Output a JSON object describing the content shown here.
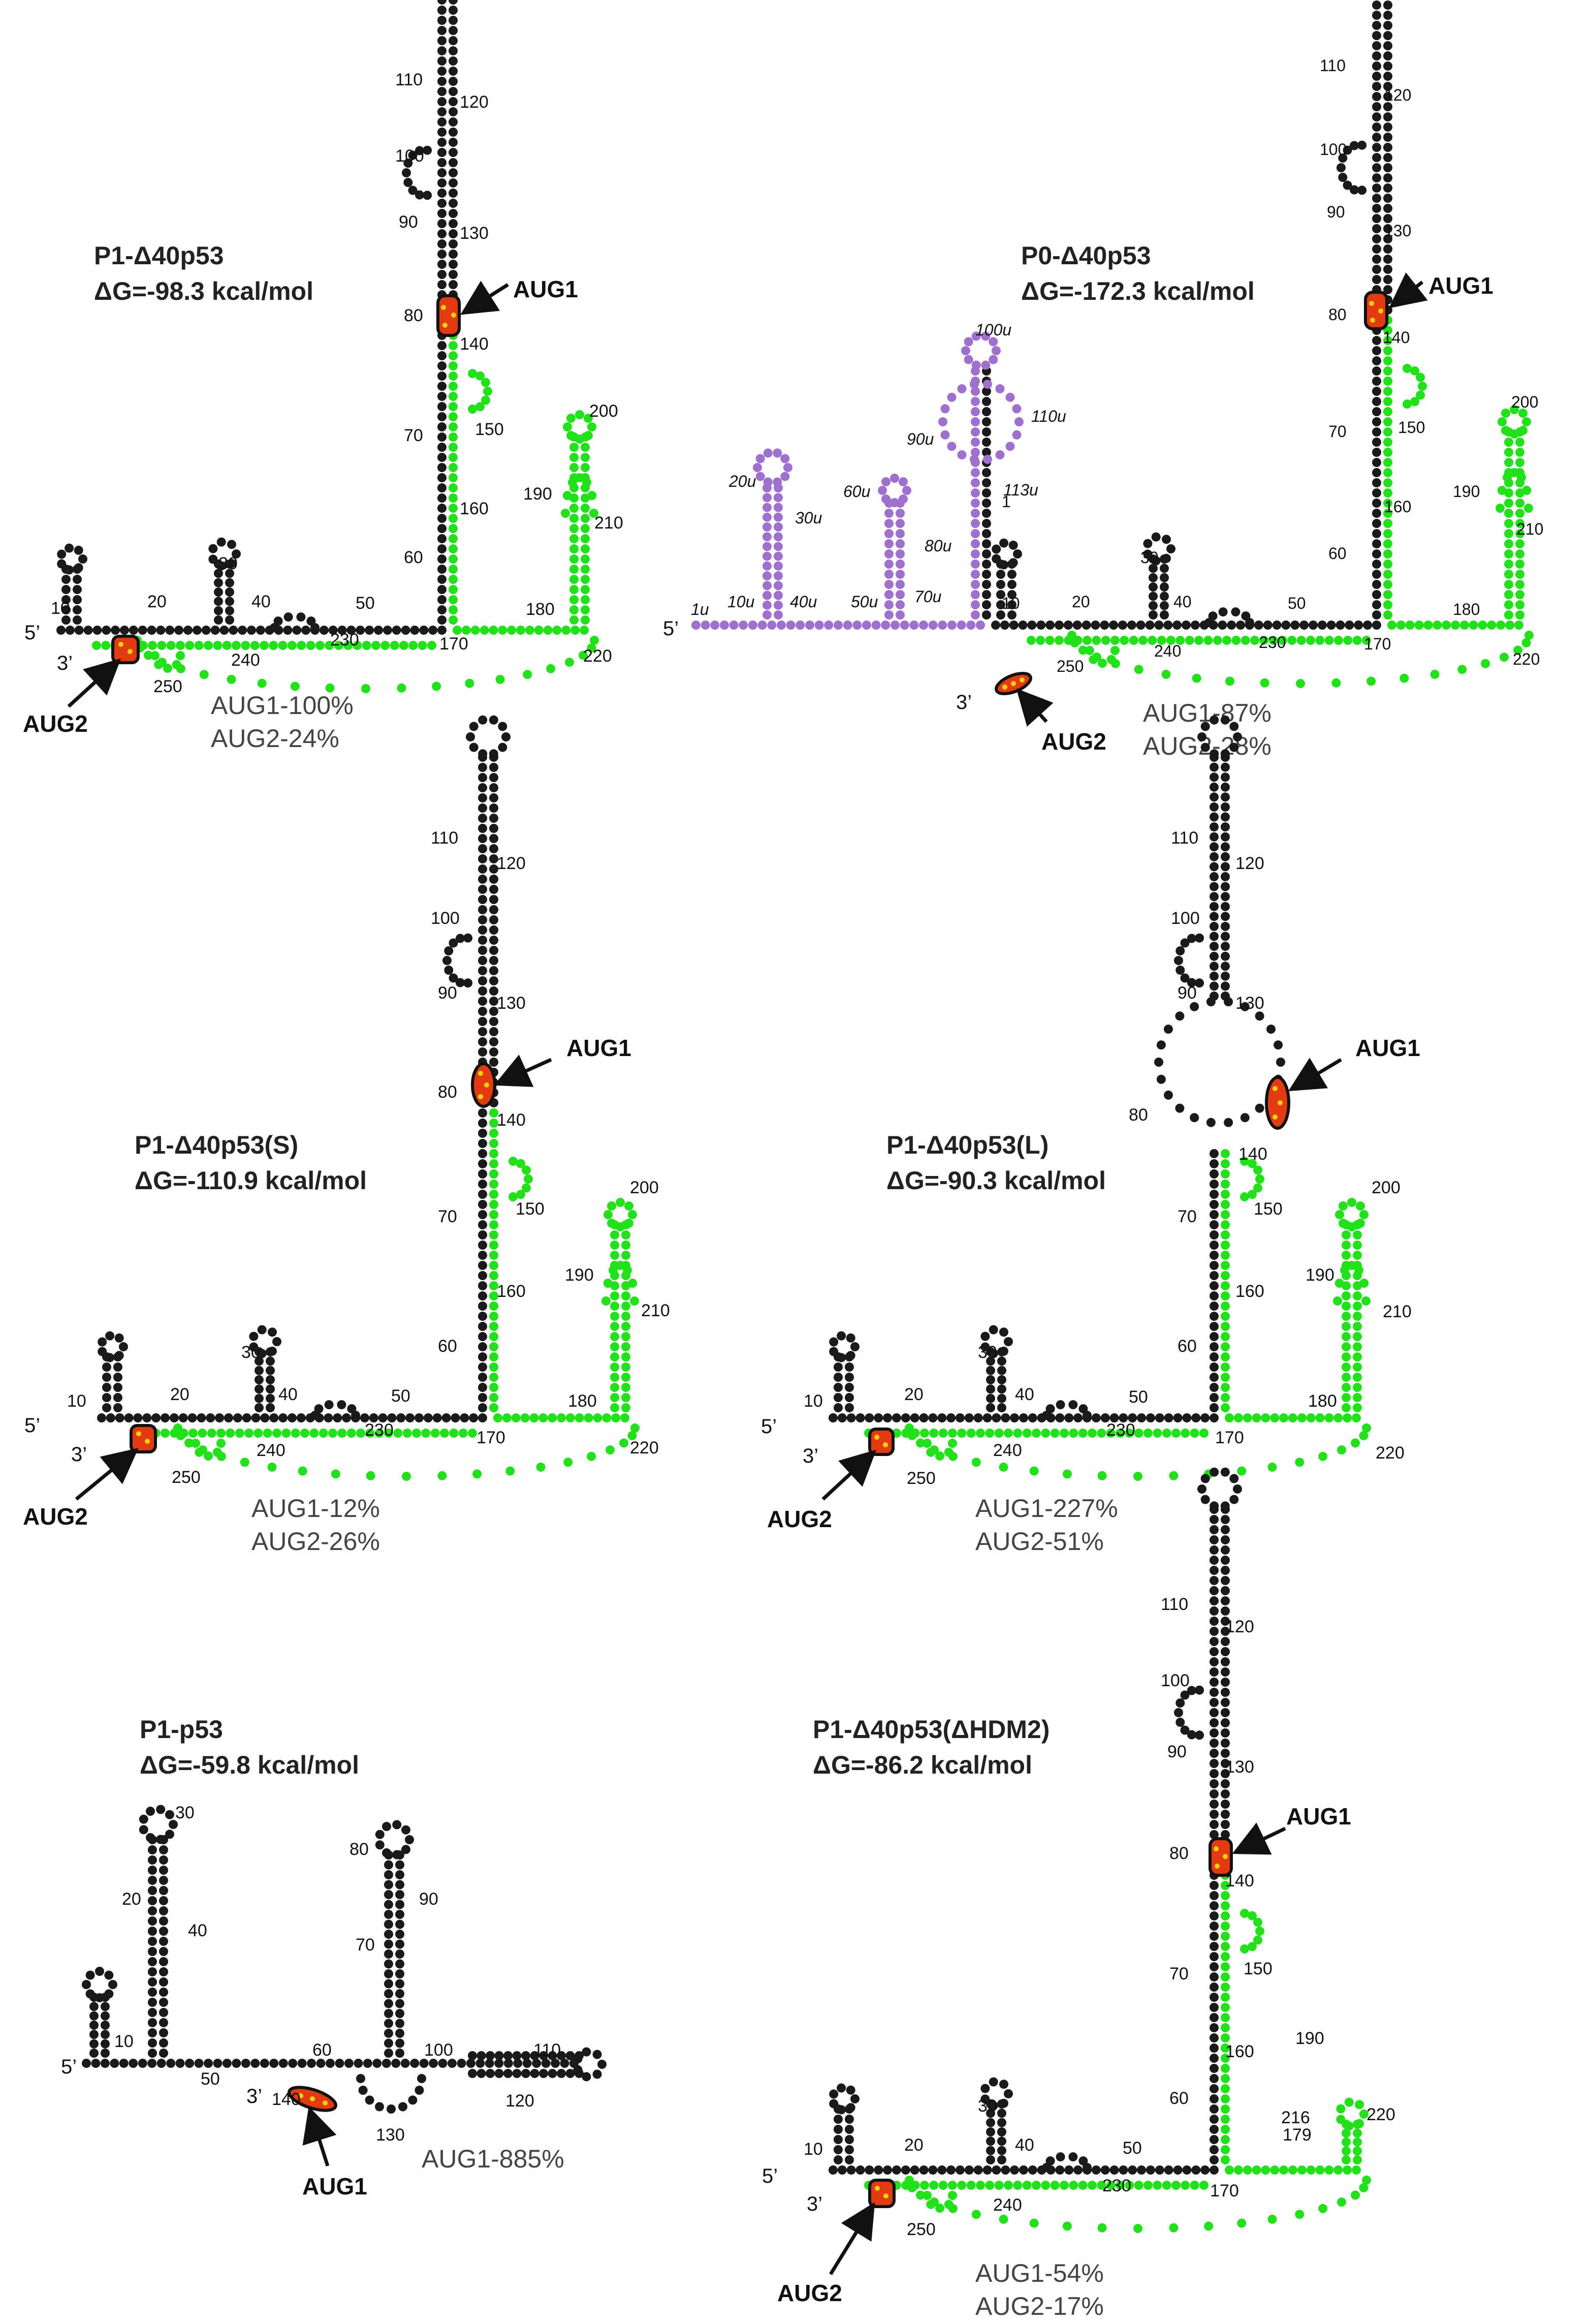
{
  "colors": {
    "native_nt": "#1a1a1a",
    "downstream_nt": "#22e01a",
    "upstream_nt": "#a070cf",
    "aug_fill": "#e23b12",
    "aug_outline": "#111111",
    "aug_dots": "#f2d10f"
  },
  "panels": [
    {
      "id": "p1",
      "name": "P1-Δ40p53",
      "dg": "ΔG=-98.3 kcal/mol",
      "aug1_label": "AUG1",
      "aug2_label": "AUG2",
      "efficiency": [
        "AUG1-100%",
        "AUG2-24%"
      ],
      "ends": [
        "5’",
        "3’"
      ],
      "position_labels": [
        "10",
        "20",
        "30",
        "40",
        "50",
        "60",
        "70",
        "80",
        "90",
        "100",
        "110",
        "120",
        "130",
        "140",
        "150",
        "160",
        "170",
        "180",
        "190",
        "200",
        "210",
        "220",
        "230",
        "240",
        "250"
      ]
    },
    {
      "id": "p0",
      "name": "P0-Δ40p53",
      "dg": "ΔG=-172.3 kcal/mol",
      "aug1_label": "AUG1",
      "aug2_label": "AUG2",
      "efficiency": [
        "AUG1-87%",
        "AUG2-28%"
      ],
      "ends": [
        "5’",
        "3’"
      ],
      "position_labels": [
        "1",
        "10",
        "20",
        "30",
        "40",
        "50",
        "60",
        "70",
        "80",
        "90",
        "100",
        "110",
        "120",
        "130",
        "140",
        "150",
        "160",
        "170",
        "180",
        "190",
        "200",
        "210",
        "220",
        "230",
        "240",
        "250"
      ],
      "upstream_labels": [
        "1u",
        "10u",
        "20u",
        "30u",
        "40u",
        "50u",
        "60u",
        "70u",
        "80u",
        "90u",
        "100u",
        "110u",
        "113u"
      ]
    },
    {
      "id": "s",
      "name": "P1-Δ40p53(S)",
      "dg": "ΔG=-110.9 kcal/mol",
      "aug1_label": "AUG1",
      "aug2_label": "AUG2",
      "efficiency": [
        "AUG1-12%",
        "AUG2-26%"
      ],
      "ends": [
        "5’",
        "3’"
      ],
      "position_labels": [
        "10",
        "20",
        "30",
        "40",
        "50",
        "60",
        "70",
        "80",
        "90",
        "100",
        "110",
        "120",
        "130",
        "140",
        "150",
        "160",
        "170",
        "180",
        "190",
        "200",
        "210",
        "220",
        "230",
        "240",
        "250"
      ]
    },
    {
      "id": "l",
      "name": "P1-Δ40p53(L)",
      "dg": "ΔG=-90.3 kcal/mol",
      "aug1_label": "AUG1",
      "aug2_label": "AUG2",
      "efficiency": [
        "AUG1-227%",
        "AUG2-51%"
      ],
      "ends": [
        "5’",
        "3’"
      ],
      "position_labels": [
        "10",
        "20",
        "30",
        "40",
        "50",
        "60",
        "70",
        "80",
        "90",
        "100",
        "110",
        "120",
        "130",
        "140",
        "150",
        "160",
        "170",
        "180",
        "190",
        "200",
        "210",
        "220",
        "230",
        "240",
        "250"
      ]
    },
    {
      "id": "fl",
      "name": "P1-p53",
      "dg": "ΔG=-59.8 kcal/mol",
      "aug1_label": "AUG1",
      "efficiency": [
        "AUG1-885%"
      ],
      "ends": [
        "5’",
        "3’"
      ],
      "position_labels": [
        "10",
        "20",
        "30",
        "40",
        "50",
        "60",
        "70",
        "80",
        "90",
        "100",
        "110",
        "120",
        "130",
        "140"
      ]
    },
    {
      "id": "hdm",
      "name": "P1-Δ40p53(ΔHDM2)",
      "dg": "ΔG=-86.2 kcal/mol",
      "aug1_label": "AUG1",
      "aug2_label": "AUG2",
      "efficiency": [
        "AUG1-54%",
        "AUG2-17%"
      ],
      "ends": [
        "5’",
        "3’"
      ],
      "position_labels": [
        "10",
        "20",
        "30",
        "40",
        "50",
        "60",
        "70",
        "80",
        "90",
        "100",
        "110",
        "120",
        "130",
        "140",
        "150",
        "160",
        "170",
        "179",
        "190",
        "216",
        "220",
        "230",
        "240",
        "250"
      ]
    }
  ]
}
